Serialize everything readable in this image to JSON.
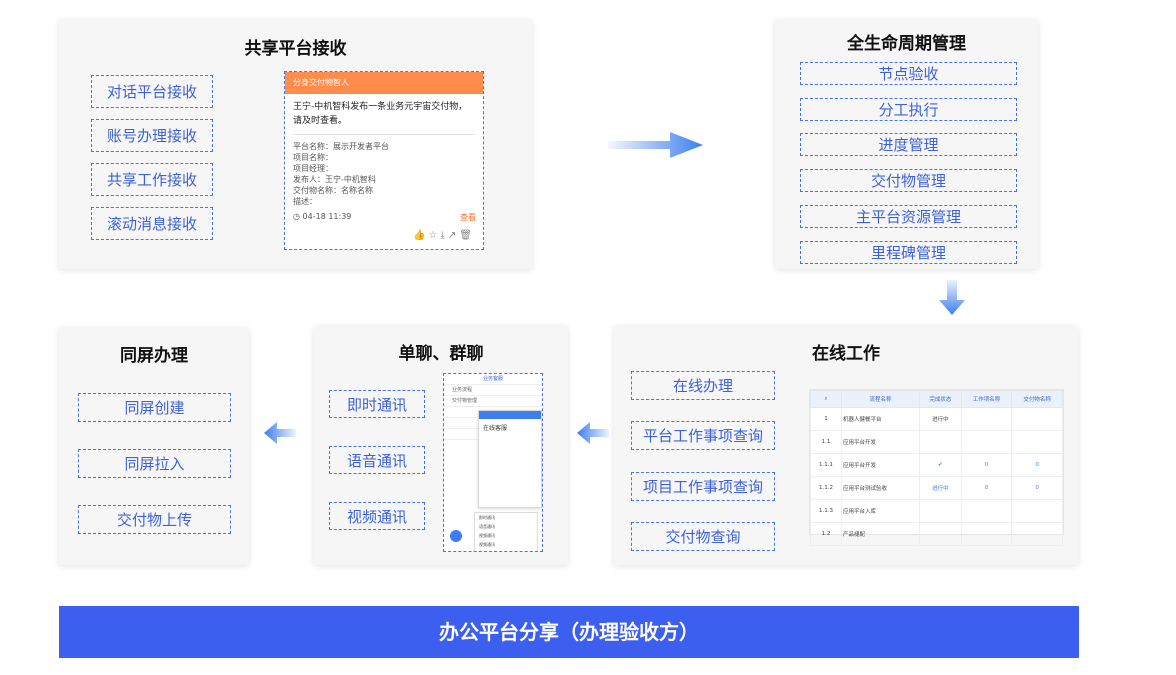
{
  "panels": {
    "share_receive": {
      "title": "共享平台接收",
      "tags": [
        "对话平台接收",
        "账号办理接收",
        "共享工作接收",
        "滚动消息接收"
      ],
      "card": {
        "header": "分身交付物智人",
        "message": "王宁-中机智科发布一条业务元宇宙交付物，请及时查看。",
        "fields": [
          "平台名称：展示开发者平台",
          "项目名称：",
          "项目经理：",
          "发布人：王宁-中机智科",
          "交付物名称：名称名称",
          "描述："
        ],
        "time": "04-18 11:39",
        "view": "查看"
      }
    },
    "lifecycle": {
      "title": "全生命周期管理",
      "tags": [
        "节点验收",
        "分工执行",
        "进度管理",
        "交付物管理",
        "主平台资源管理",
        "里程碑管理"
      ]
    },
    "online_work": {
      "title": "在线工作",
      "tags": [
        "在线办理",
        "平台工作事项查询",
        "项目工作事项查询",
        "交付物查询"
      ],
      "table": {
        "headers": [
          "流程名称",
          "完成状态",
          "工作项名称",
          "交付物名称"
        ],
        "rows": [
          {
            "id": "1",
            "name": "机器人健餐平台",
            "status": "进行中",
            "work": "",
            "deliv": ""
          },
          {
            "id": "1.1",
            "name": "应用平台开发",
            "status": "",
            "work": "",
            "deliv": ""
          },
          {
            "id": "1.1.1",
            "name": "应用平台开发",
            "status": "✔",
            "work": "0",
            "deliv": "0"
          },
          {
            "id": "1.1.2",
            "name": "应用平台测试验收",
            "status": "进行中",
            "work": "0",
            "deliv": "0"
          },
          {
            "id": "1.1.3",
            "name": "应用平台入库",
            "status": "",
            "work": "",
            "deliv": ""
          },
          {
            "id": "1.2",
            "name": "产品褪配",
            "status": "",
            "work": "",
            "deliv": ""
          }
        ]
      }
    },
    "chat": {
      "title": "单聊、群聊",
      "tags": [
        "即时通讯",
        "语音通讯",
        "视频通讯"
      ],
      "mock": {
        "list_title": "业务客服",
        "rows": [
          "业务流程",
          "交付物管理",
          "",
          "",
          ""
        ],
        "popup_title": "在线客服",
        "menu": [
          "即时通讯",
          "语音通讯",
          "视频通讯",
          "视频通讯"
        ]
      }
    },
    "same_screen": {
      "title": "同屏办理",
      "tags": [
        "同屏创建",
        "同屏拉入",
        "交付物上传"
      ]
    }
  },
  "banner": "办公平台分享（办理验收方）",
  "colors": {
    "accent": "#3d5ff0",
    "tag_border": "#4a72e0",
    "card_header": "#ff8c4a",
    "arrow": "#3d7ef0"
  }
}
